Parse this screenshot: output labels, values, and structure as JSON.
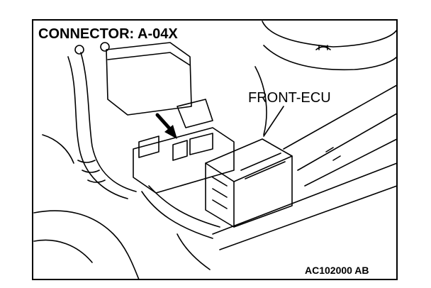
{
  "figure": {
    "title": "CONNECTOR: A-04X",
    "callout_label": "FRONT-ECU",
    "figure_code": "AC102000 AB"
  },
  "icons": {
    "arrow": "pointer-arrow-icon"
  }
}
